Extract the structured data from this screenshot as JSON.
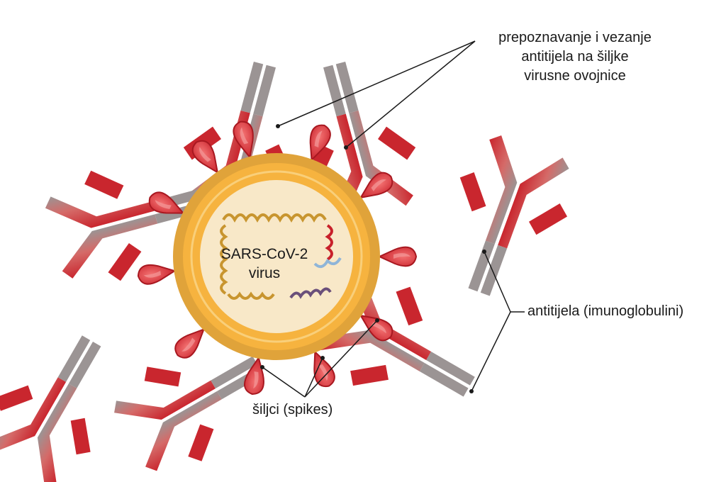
{
  "labels": {
    "binding_line1": "prepoznavanje i vezanje",
    "binding_line2": "antitijela na šiljke",
    "binding_line3": "virusne ovojnice",
    "antibodies": "antitijela (imunoglobulini)",
    "spikes": "šiljci (spikes)",
    "virus_line1": "SARS-CoV-2",
    "virus_line2": "virus"
  },
  "colors": {
    "envelope_outer": "#e0a33a",
    "envelope_inner": "#f6b33f",
    "core": "#f8e8c8",
    "spike": "#c8202a",
    "spike_highlight": "#f06060",
    "antibody_red": "#c9262e",
    "antibody_gray": "#9b9494",
    "rna_gold": "#c8952f",
    "rna_red": "#c8202a",
    "rna_blue": "#8fb5d8",
    "rna_purple": "#6a4f7a"
  }
}
